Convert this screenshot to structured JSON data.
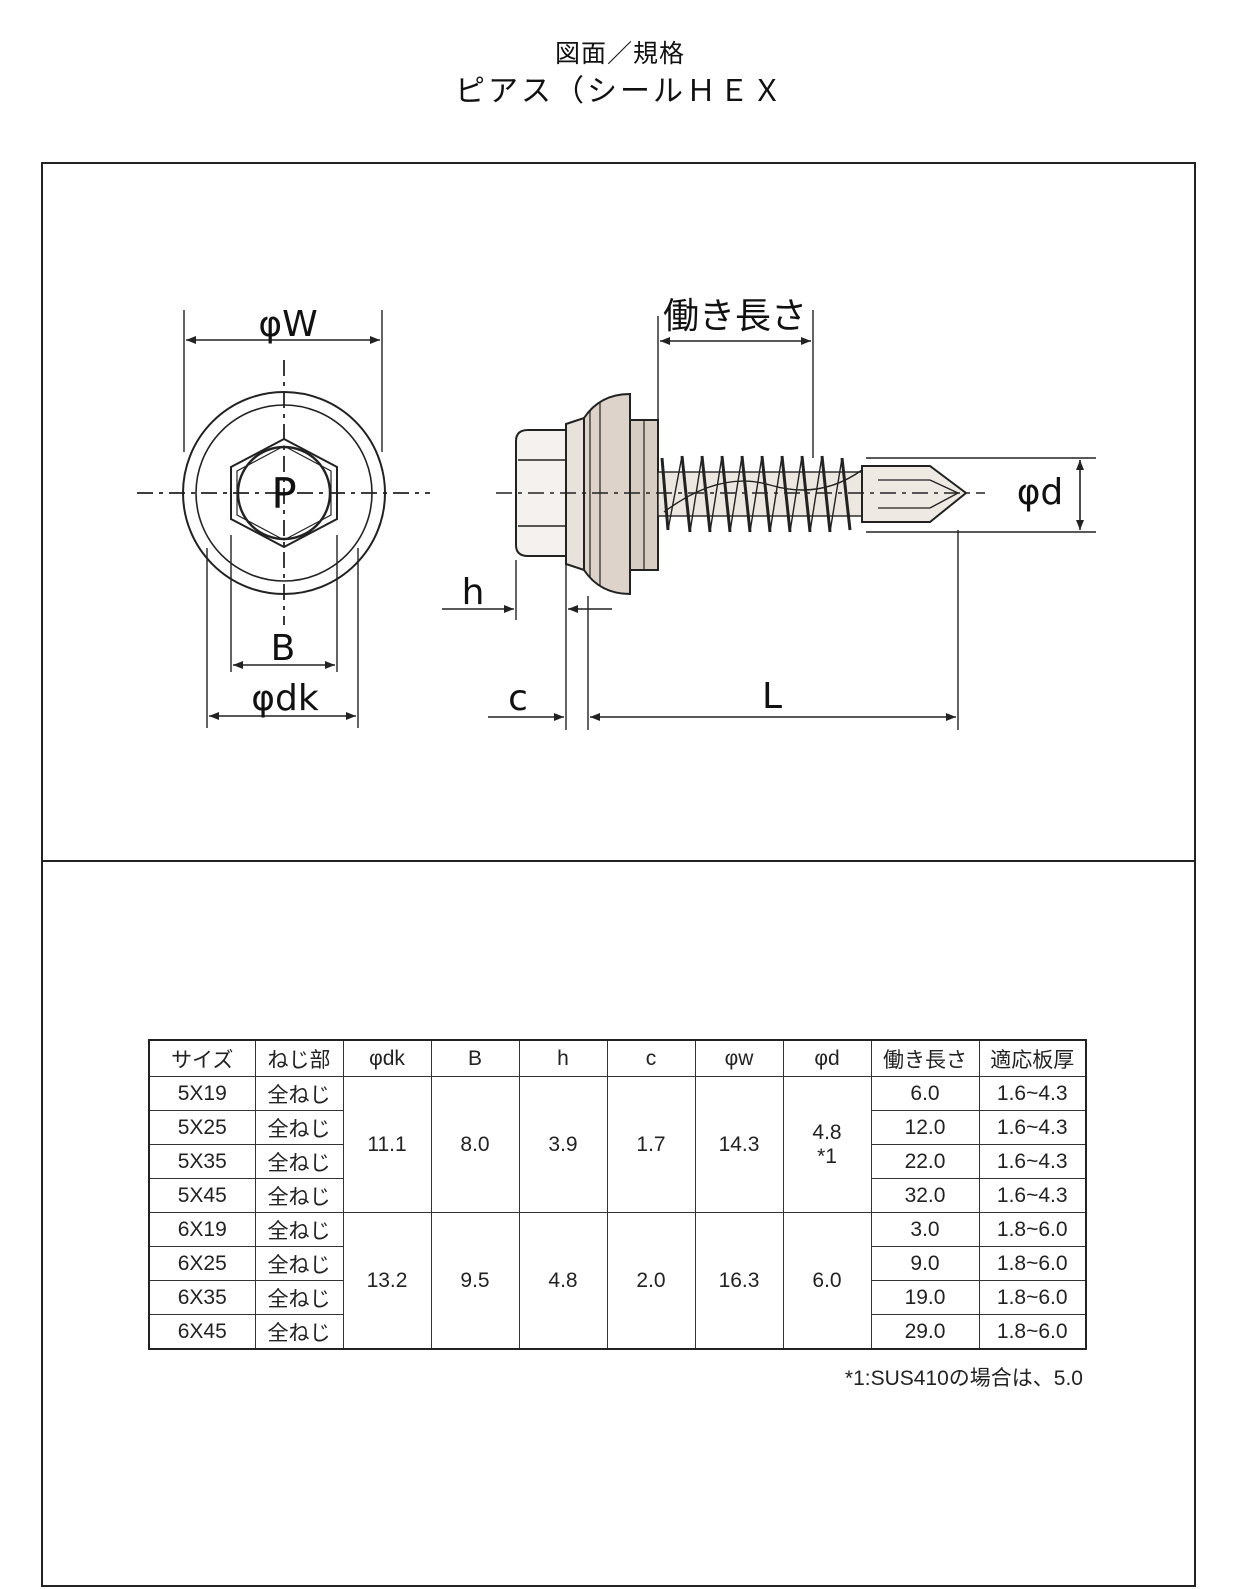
{
  "header": {
    "title": "図面／規格",
    "subtitle": "ピアス（シールＨＥＸ"
  },
  "drawing": {
    "labels": {
      "phi_w": "φW",
      "p_mark": "P",
      "b": "B",
      "phi_dk": "φdk",
      "working_length": "働き長さ",
      "phi_d": "φd",
      "h": "h",
      "c": "c",
      "l": "L"
    }
  },
  "table": {
    "headers": [
      "サイズ",
      "ねじ部",
      "φdk",
      "B",
      "h",
      "c",
      "φw",
      "φd",
      "働き長さ",
      "適応板厚"
    ],
    "groups": [
      {
        "dk": "11.1",
        "b": "8.0",
        "h": "3.9",
        "c": "1.7",
        "w": "14.3",
        "d_value": "4.8",
        "d_note": "*1",
        "rows": [
          {
            "size": "5X19",
            "thread": "全ねじ",
            "working": "6.0",
            "plate": "1.6~4.3"
          },
          {
            "size": "5X25",
            "thread": "全ねじ",
            "working": "12.0",
            "plate": "1.6~4.3"
          },
          {
            "size": "5X35",
            "thread": "全ねじ",
            "working": "22.0",
            "plate": "1.6~4.3"
          },
          {
            "size": "5X45",
            "thread": "全ねじ",
            "working": "32.0",
            "plate": "1.6~4.3"
          }
        ]
      },
      {
        "dk": "13.2",
        "b": "9.5",
        "h": "4.8",
        "c": "2.0",
        "w": "16.3",
        "d_value": "6.0",
        "d_note": "",
        "rows": [
          {
            "size": "6X19",
            "thread": "全ねじ",
            "working": "3.0",
            "plate": "1.8~6.0"
          },
          {
            "size": "6X25",
            "thread": "全ねじ",
            "working": "9.0",
            "plate": "1.8~6.0"
          },
          {
            "size": "6X35",
            "thread": "全ねじ",
            "working": "19.0",
            "plate": "1.8~6.0"
          },
          {
            "size": "6X45",
            "thread": "全ねじ",
            "working": "29.0",
            "plate": "1.8~6.0"
          }
        ]
      }
    ],
    "footnote": "*1:SUS410の場合は、5.0"
  }
}
